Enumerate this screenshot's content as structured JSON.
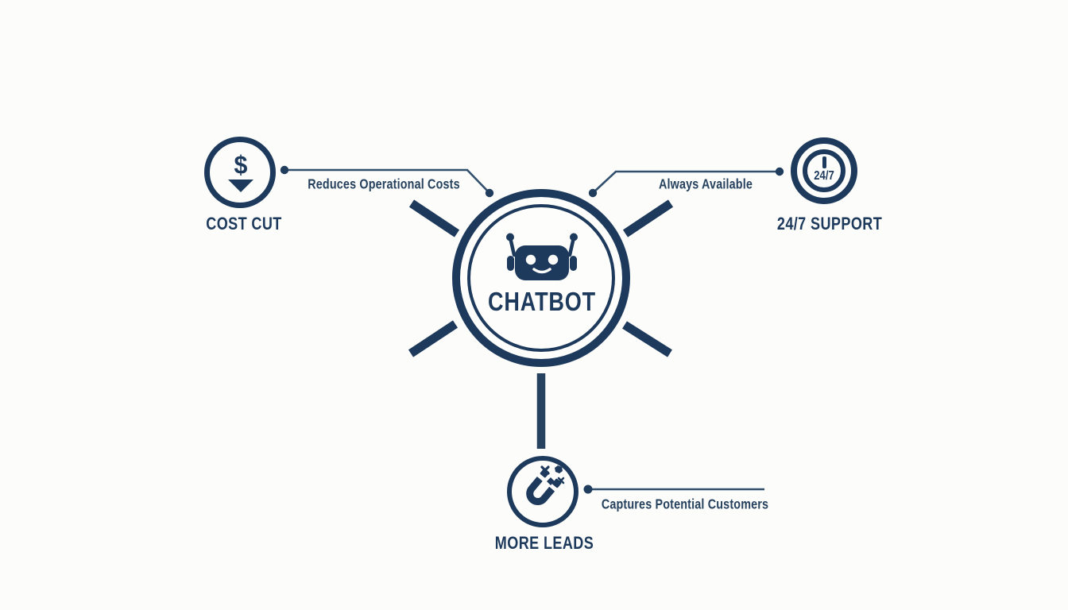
{
  "diagram": {
    "title": "CHATBOT",
    "hub": {
      "label": "CHATBOT",
      "icon": "robot-icon"
    },
    "nodes": [
      {
        "id": "cost-cut",
        "label": "COST CUT",
        "annotation": "Reduces Operational Costs",
        "icon": "dollar-decrease-icon",
        "icon_text": "$"
      },
      {
        "id": "support-24-7",
        "label": "24/7 SUPPORT",
        "annotation": "Always Available",
        "icon": "clock-24-7-icon",
        "icon_text": "24/7"
      },
      {
        "id": "more-leads",
        "label": "MORE LEADS",
        "annotation": "Captures Potential Customers",
        "icon": "magnet-icon"
      }
    ],
    "colors": {
      "navy": "#1d3a5c",
      "connector": "#31506e",
      "background": "#fcfcfa"
    }
  }
}
